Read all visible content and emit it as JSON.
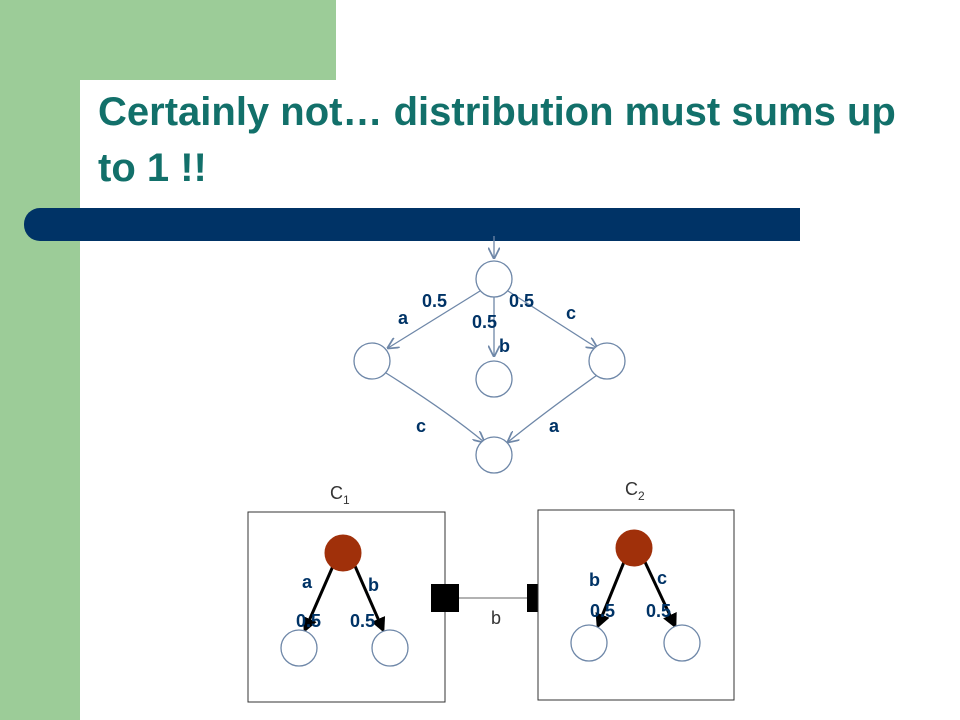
{
  "slide": {
    "title": "Certainly not… distribution must sums up to 1 !!"
  },
  "top_graph": {
    "edges": [
      {
        "label": "a",
        "prob": "0.5"
      },
      {
        "label": "b",
        "prob": "0.5"
      },
      {
        "label": "c",
        "prob": "0.5"
      }
    ],
    "lower_edges": [
      {
        "label": "c"
      },
      {
        "label": "a"
      }
    ]
  },
  "component_c1": {
    "name": "C",
    "subscript": "1",
    "edges": [
      {
        "label": "a",
        "prob": "0.5"
      },
      {
        "label": "b",
        "prob": "0.5"
      }
    ]
  },
  "component_c2": {
    "name": "C",
    "subscript": "2",
    "edges": [
      {
        "label": "b",
        "prob": "0.5"
      },
      {
        "label": "c",
        "prob": "0.5"
      }
    ]
  },
  "link": {
    "label": "b"
  },
  "colors": {
    "title": "#12706a",
    "accent_bar": "#003366",
    "sidebar": "#9ccc98",
    "root_node": "#a0300a",
    "label": "#003366"
  }
}
